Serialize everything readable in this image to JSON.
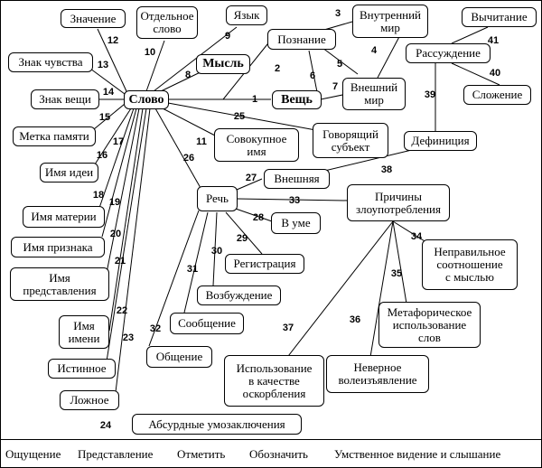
{
  "nodes": {
    "slovo": "Слово",
    "znachenie": "Значение",
    "otdelnoe_slovo": "Отдельное\nслово",
    "yazyk": "Язык",
    "mysl": "Мысль",
    "poznanie": "Познание",
    "vnutrenniy_mir": "Внутренний\nмир",
    "vneshniy_mir": "Внешний\nмир",
    "veshch": "Вещь",
    "vychitanie": "Вычитание",
    "rassuzhdenie": "Рассуждение",
    "slozhenie": "Сложение",
    "definitsiya": "Дефиниция",
    "znak_chuvstva": "Знак чувства",
    "znak_veshchi": "Знак вещи",
    "metka_pamyati": "Метка памяти",
    "imya_idei": "Имя идеи",
    "imya_materii": "Имя материи",
    "imya_priznaka": "Имя признака",
    "imya_predstavleniya": "Имя\nпредставления",
    "imya_imeni": "Имя\nимени",
    "istinnoe": "Истинное",
    "lozhnoe": "Ложное",
    "absurdnye": "Абсурдные умозаключения",
    "sovokupnoe_imya": "Совокупное\nимя",
    "govoryashchiy_subekt": "Говорящий\nсубъект",
    "rech": "Речь",
    "vneshnyaya": "Внешняя",
    "v_ume": "В уме",
    "registratsiya": "Регистрация",
    "vozbuzhdenie": "Возбуждение",
    "soobshchenie": "Сообщение",
    "obshchenie": "Общение",
    "prichiny": "Причины\nзлоупотребления",
    "nepravilnoe": "Неправильное\nсоотношение\nс мыслью",
    "metaforicheskoe": "Метафорическое\nиспользование\nслов",
    "nevernoe": "Неверное\nволеизъявление",
    "ispolzovanie": "Использование\nв качестве\nоскорбления"
  },
  "edge_labels": [
    "1",
    "2",
    "3",
    "4",
    "5",
    "6",
    "7",
    "8",
    "9",
    "10",
    "11",
    "12",
    "13",
    "14",
    "15",
    "16",
    "17",
    "18",
    "19",
    "20",
    "21",
    "22",
    "23",
    "24",
    "25",
    "26",
    "27",
    "28",
    "29",
    "30",
    "31",
    "32",
    "33",
    "34",
    "35",
    "36",
    "37",
    "38",
    "39",
    "40",
    "41"
  ],
  "footer": {
    "oshchushchenie": "Ощущение",
    "predstavlenie": "Представление",
    "otmetit": "Отметить",
    "oboznachit": "Обозначить",
    "umstvennoe": "Умственное видение и слышание"
  }
}
